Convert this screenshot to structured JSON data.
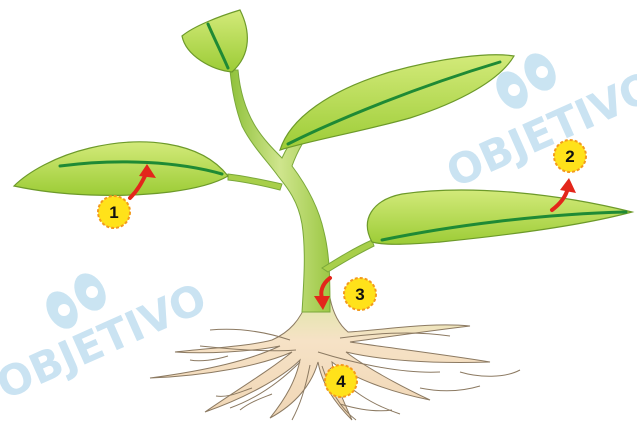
{
  "watermark": {
    "text": "OBJETIVO",
    "color": "#9fcde8"
  },
  "colors": {
    "leaf_fill": "#a6d63a",
    "leaf_light": "#cfe873",
    "vein": "#1f8a35",
    "stem": "#b9d86a",
    "root": "#f3dcbd",
    "root_stroke": "#8c7a62",
    "arrow": "#e3261b",
    "marker_fill": "#ffe21a",
    "marker_border": "#f39a1e"
  },
  "markers": [
    {
      "id": "1",
      "label": "1"
    },
    {
      "id": "2",
      "label": "2"
    },
    {
      "id": "3",
      "label": "3"
    },
    {
      "id": "4",
      "label": "4"
    }
  ]
}
